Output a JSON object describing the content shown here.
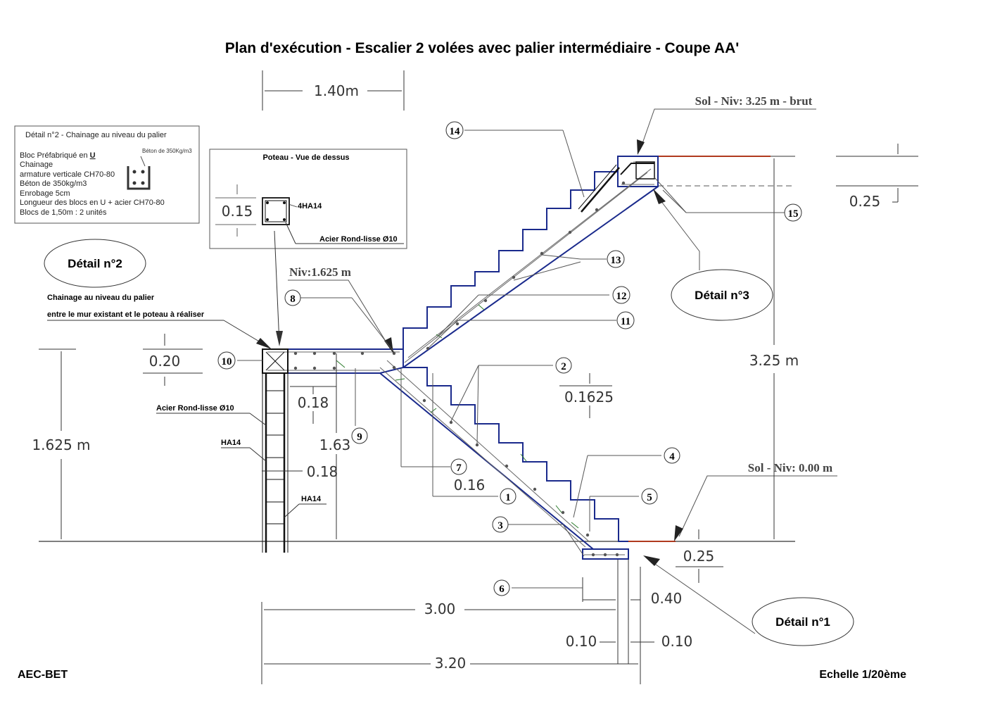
{
  "title": "Plan d'exécution - Escalier 2 volées avec palier intermédiaire - Coupe AA'",
  "levels": {
    "top": "Sol - Niv: 3.25 m - brut",
    "ground": "Sol - Niv: 0.00 m",
    "landing": "Niv:1.625 m"
  },
  "detail2_box": {
    "heading": "Détail n°2 - Chainage au niveau du palier",
    "concrete_note": "Béton de 350Kg/m3",
    "line1_prefix": "Bloc Préfabriqué en ",
    "line1_u": "U",
    "lines": [
      "Chainage",
      "armature verticale CH70-80",
      "Béton de 350kg/m3",
      "Enrobage 5cm",
      "Longueur des blocs en U + acier CH70-80",
      "Blocs de 1,50m : 2 unités"
    ]
  },
  "poteau_box": {
    "title": "Poteau - Vue de dessus",
    "dim": "0.15",
    "rebar": "4HA14",
    "steel": "Acier Rond-lisse Ø10"
  },
  "ellipses": [
    "Détail n°2",
    "Détail n°3",
    "Détail n°1"
  ],
  "chainage_note": [
    "Chainage au niveau du palier",
    "entre le mur existant et le poteau à réaliser"
  ],
  "post_labels": {
    "steel": "Acier Rond-lisse Ø10",
    "ha_top": "HA14",
    "ha_bottom": "HA14"
  },
  "dimensions": {
    "top_width": "1.40m",
    "landing_thk": "0.20",
    "slab_thk": "0.18",
    "post_018": "0.18",
    "h163": "1.63",
    "h1625": "1.625 m",
    "riser": "0.1625",
    "tread": "0.16",
    "h325": "3.25 m",
    "top_025": "0.25",
    "bot_025": "0.25",
    "d040": "0.40",
    "d300": "3.00",
    "d010a": "0.10",
    "d010b": "0.10",
    "d320": "3.20"
  },
  "callouts": [
    "1",
    "2",
    "3",
    "4",
    "5",
    "6",
    "7",
    "8",
    "9",
    "10",
    "11",
    "12",
    "13",
    "14",
    "15"
  ],
  "footer": {
    "company": "AEC-BET",
    "scale": "Echelle 1/20ème"
  },
  "colors": {
    "structure": "#1a2a8c",
    "floor": "#b03a1e",
    "rebar": "#555555"
  }
}
